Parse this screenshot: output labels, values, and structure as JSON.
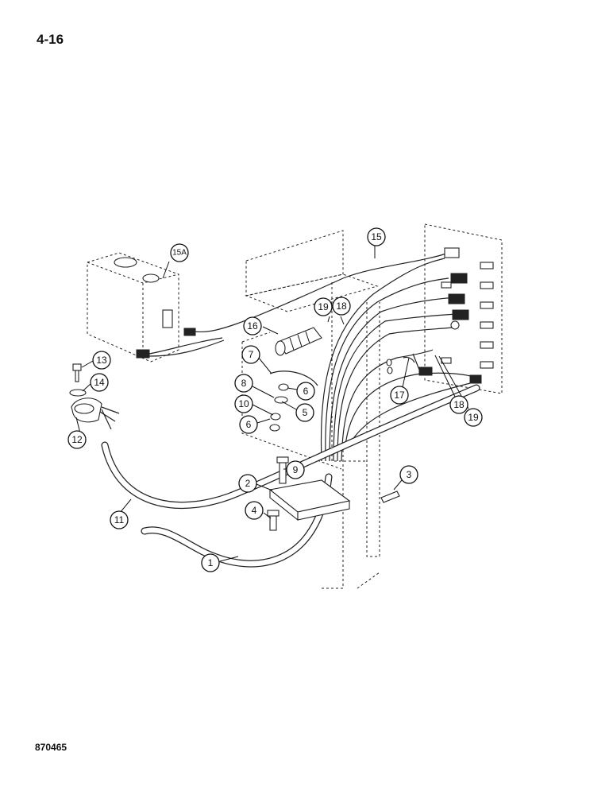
{
  "page": {
    "number": "4-16",
    "drawing_code": "870465"
  },
  "callouts": [
    {
      "id": "1",
      "label": "1"
    },
    {
      "id": "2",
      "label": "2"
    },
    {
      "id": "3",
      "label": "3"
    },
    {
      "id": "4",
      "label": "4"
    },
    {
      "id": "5",
      "label": "5"
    },
    {
      "id": "6a",
      "label": "6"
    },
    {
      "id": "6b",
      "label": "6"
    },
    {
      "id": "7",
      "label": "7"
    },
    {
      "id": "8",
      "label": "8"
    },
    {
      "id": "9",
      "label": "9"
    },
    {
      "id": "10",
      "label": "10"
    },
    {
      "id": "11",
      "label": "11"
    },
    {
      "id": "12",
      "label": "12"
    },
    {
      "id": "13",
      "label": "13"
    },
    {
      "id": "14",
      "label": "14"
    },
    {
      "id": "15",
      "label": "15"
    },
    {
      "id": "15A",
      "label": "15A"
    },
    {
      "id": "16",
      "label": "16"
    },
    {
      "id": "17",
      "label": "17"
    },
    {
      "id": "18a",
      "label": "18"
    },
    {
      "id": "19a",
      "label": "19"
    },
    {
      "id": "18b",
      "label": "18"
    },
    {
      "id": "19b",
      "label": "19"
    }
  ]
}
